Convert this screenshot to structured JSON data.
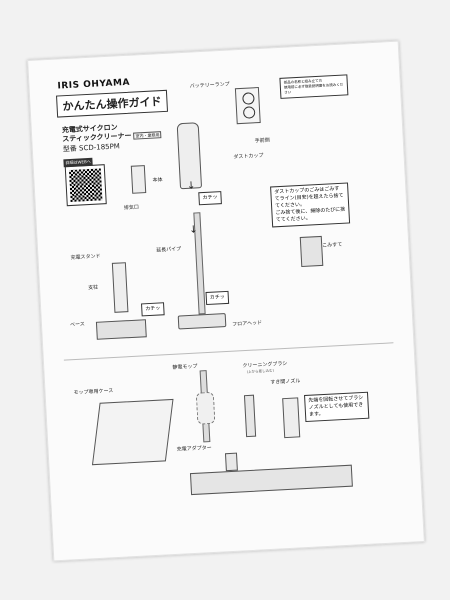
{
  "brand": "IRIS OHYAMA",
  "guide_title": "かんたん操作ガイド",
  "product": {
    "line1": "充電式サイクロン",
    "line2": "スティッククリーナー",
    "badge": "室内・業務用",
    "model": "型番 SCD-185PM"
  },
  "qr_label": "詳細はWEBへ",
  "labels": {
    "battery_lamp": "バッテリーランプ",
    "temae": "手前側",
    "dust_cup": "ダストカップ",
    "honntai": "本体",
    "haikiguchi": "排気口",
    "kachi1": "カチッ",
    "kachi2": "カチッ",
    "kachi3": "カチッ",
    "extension_pipe": "延長パイプ",
    "charging_stand": "充電スタンド",
    "shichuu": "支柱",
    "base": "ベース",
    "floor_head": "フロアヘッド",
    "static_mop": "静電モップ",
    "cleaning_brush": "クリーニングブラシ",
    "cleaning_brush_sub": "(上から差し込む)",
    "gap_nozzle": "すき間ノズル",
    "mop_case": "モップ専用ケース",
    "charge_adapter": "充電アダプター",
    "konnate": "こみすて"
  },
  "notes": {
    "dust_note": "ダストカップのごみはごみすてライン(目安)を超えたら捨ててください。",
    "dust_note2": "ごみ捨て後に、掃除のたびに捨ててください。",
    "nozzle_note": "先端を回転させてブラシノズルとしても使用できます。",
    "top_right_1": "部品の名称と組み立て方",
    "top_right_2": "使用前に必ず取扱説明書をお読みください"
  },
  "icons": {
    "arrow_down": "↓",
    "hand": "hand-icon"
  }
}
